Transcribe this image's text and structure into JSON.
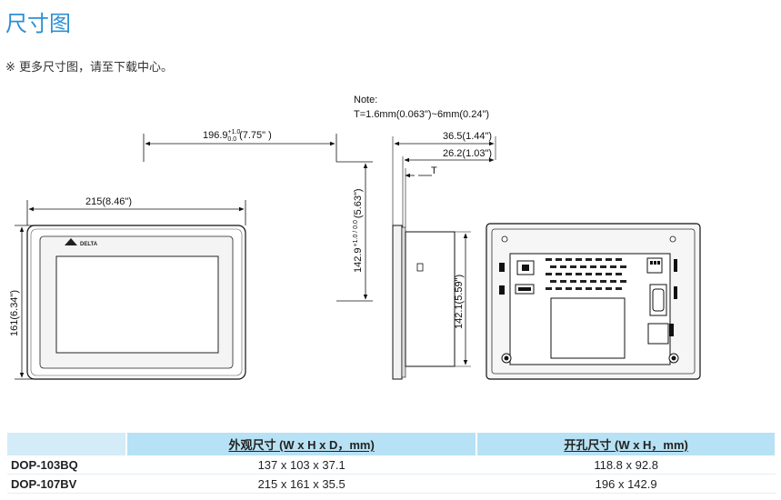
{
  "page": {
    "title": "尺寸图",
    "note": "※ 更多尺寸图，请至下载中心。"
  },
  "drawing": {
    "note_title": "Note:",
    "note_value": "T=1.6mm(0.063\")~6mm(0.24\")",
    "cutout_width": "196.9",
    "cutout_width_tol_plus": "+1.0",
    "cutout_width_tol_minus": "0.0",
    "cutout_width_in": "(7.75\" )",
    "cutout_height": "142.9",
    "cutout_height_tol": "+1.0 / 0.0",
    "cutout_height_in": "(5.63\")",
    "front_width": "215(8.46\")",
    "front_height": "161(6.34\")",
    "side_depth": "36.5(1.44\")",
    "side_body": "26.2(1.03\")",
    "side_t": "T",
    "side_height": "142.1(5.59\")",
    "brand_text": "DELTA"
  },
  "table": {
    "headers": [
      "",
      "外观尺寸 (W x H x D，mm)",
      "开孔尺寸 (W x H，mm)"
    ],
    "rows": [
      [
        "DOP-103BQ",
        "137 x 103 x 37.1",
        "118.8 x 92.8"
      ],
      [
        "DOP-107BV",
        "215 x 161 x 35.5",
        "196 x 142.9"
      ]
    ]
  }
}
